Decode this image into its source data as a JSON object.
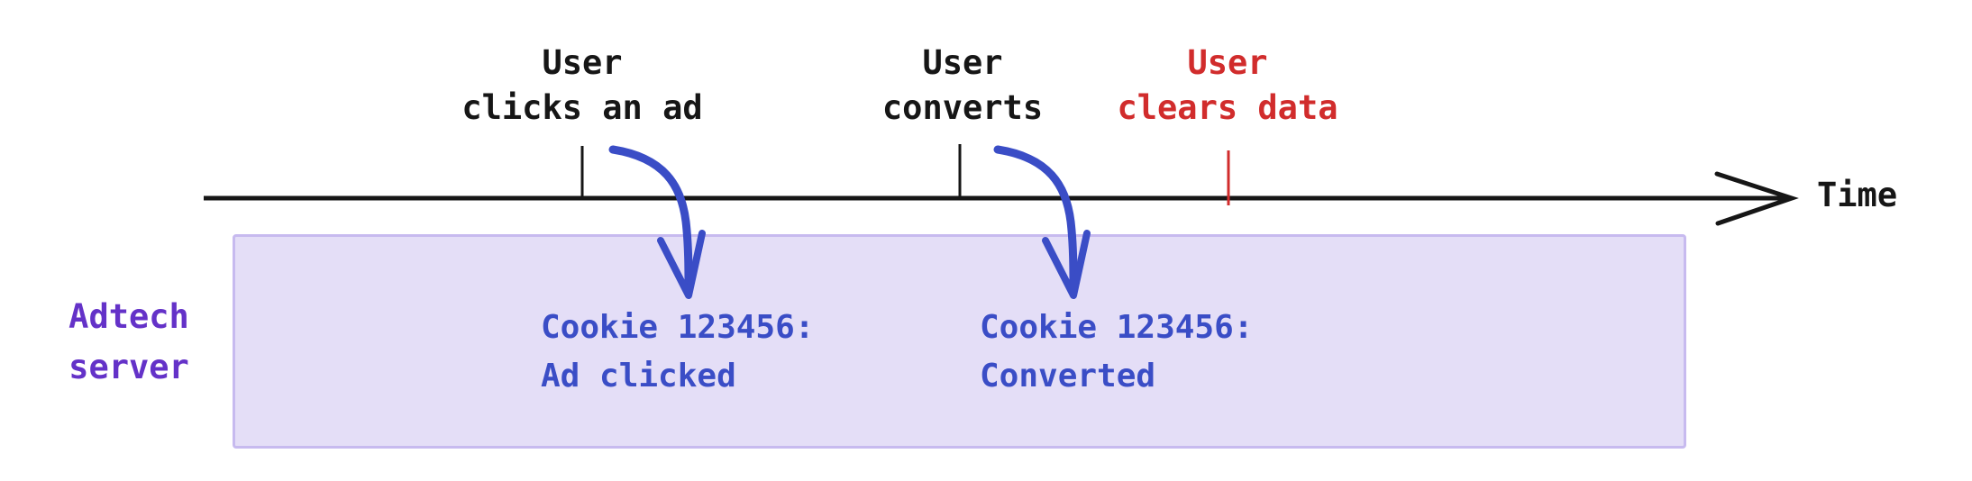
{
  "colors": {
    "ink": "#161616",
    "red": "#d12c2c",
    "blue": "#3a4dc6",
    "purple": "#6432c8",
    "box-fill": "#e4def7",
    "box-border": "#c7baef",
    "bg": "#ffffff"
  },
  "timeline": {
    "axis_label": "Time",
    "events": [
      {
        "label": "User\nclicks an ad",
        "color": "black"
      },
      {
        "label": "User\nconverts",
        "color": "black"
      },
      {
        "label": "User\nclears data",
        "color": "red"
      }
    ]
  },
  "server_box": {
    "label": "Adtech\nserver",
    "entries": [
      {
        "text": "Cookie 123456:\nAd clicked"
      },
      {
        "text": "Cookie 123456:\nConverted"
      }
    ]
  }
}
